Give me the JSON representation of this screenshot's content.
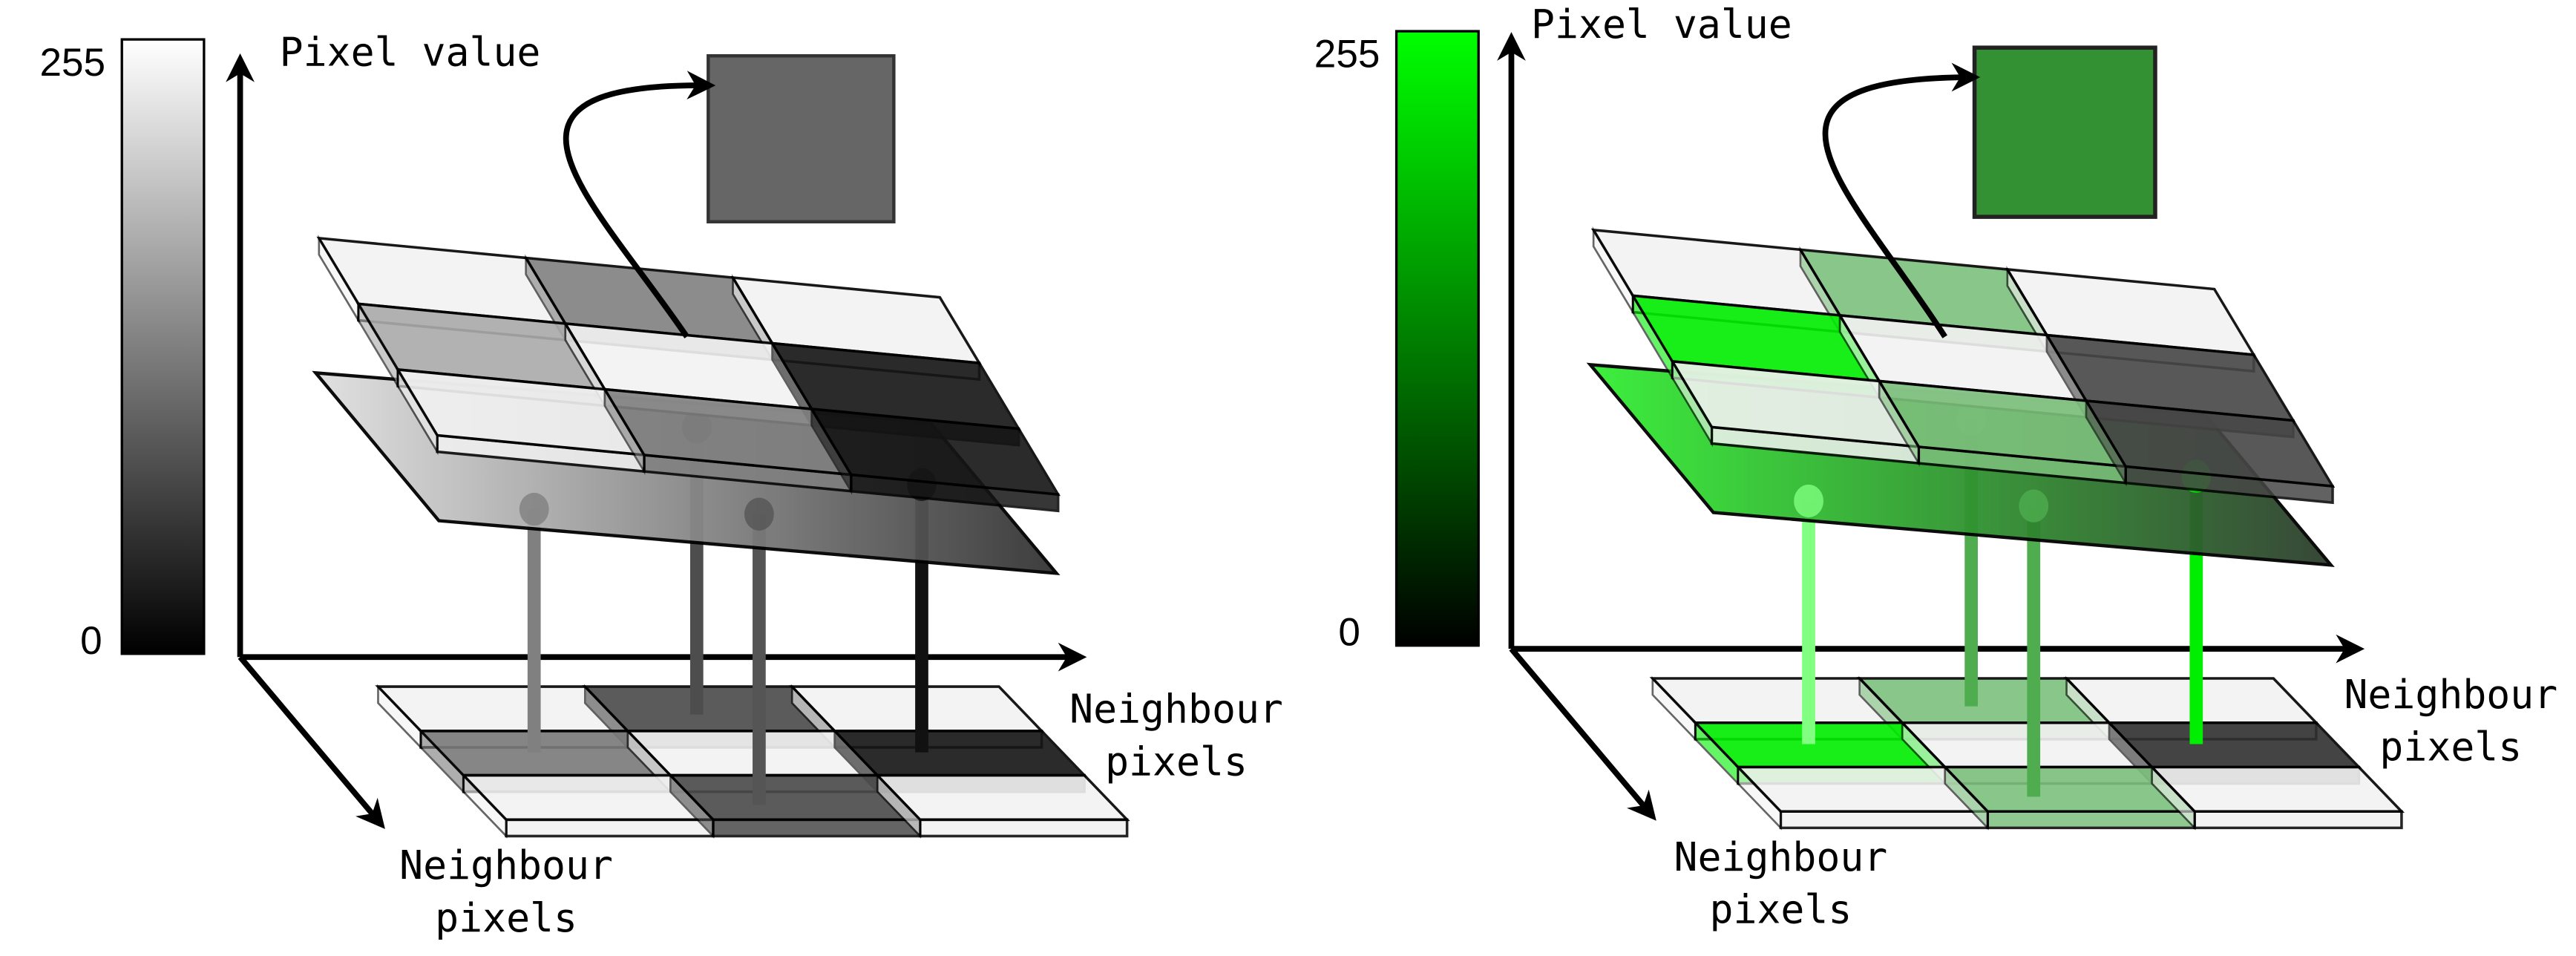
{
  "panels": [
    {
      "id": "grayscale",
      "colorbar": {
        "max_label": "255",
        "min_label": "0",
        "top_color": "#ffffff",
        "bottom_color": "#000000"
      },
      "axis_labels": {
        "vertical": "Pixel value",
        "horizontal": "Neighbour\npixels",
        "depth": "Neighbour\npixels"
      },
      "horizontal_label_lines": [
        "Neighbour",
        "pixels"
      ],
      "depth_label_lines": [
        "Neighbour",
        "pixels"
      ],
      "result_color": "#666666",
      "top_grid": [
        [
          "#f2f2f2",
          "#808080",
          "#f2f2f2"
        ],
        [
          "#aaaaaa",
          "#f2f2f2",
          "#151515"
        ],
        [
          "#f2f2f2",
          "#808080",
          "#151515"
        ]
      ],
      "bottom_grid": [
        [
          "#f2f2f2",
          "#4a4a4a",
          "#f2f2f2"
        ],
        [
          "#7a7a7a",
          "#f2f2f2",
          "#151515"
        ],
        [
          "#f2f2f2",
          "#4a4a4a",
          "#f2f2f2"
        ]
      ],
      "plane_gradient": [
        "#e0e0e0",
        "#333333"
      ],
      "stems": [
        {
          "color": "#808080",
          "value": 0.5
        },
        {
          "color": "#4d4d4d",
          "value": 0.3
        },
        {
          "color": "#555555",
          "value": 0.33
        },
        {
          "color": "#111111",
          "value": 0.1
        }
      ]
    },
    {
      "id": "green",
      "colorbar": {
        "max_label": "255",
        "min_label": "0",
        "top_color": "#00ff00",
        "bottom_color": "#000000"
      },
      "axis_labels": {
        "vertical": "Pixel value",
        "horizontal": "Neighbour\npixels",
        "depth": "Neighbour\npixels"
      },
      "horizontal_label_lines": [
        "Neighbour",
        "pixels"
      ],
      "depth_label_lines": [
        "Neighbour",
        "pixels"
      ],
      "result_color": "#339133",
      "top_grid": [
        [
          "#f2f2f2",
          "#7dc07d",
          "#f2f2f2"
        ],
        [
          "#00ee00",
          "#f2f2f2",
          "#474747"
        ],
        [
          "#f2f2f2",
          "#7dc07d",
          "#474747"
        ]
      ],
      "bottom_grid": [
        [
          "#f2f2f2",
          "#7dc07d",
          "#f2f2f2"
        ],
        [
          "#00ee00",
          "#f2f2f2",
          "#303030"
        ],
        [
          "#f2f2f2",
          "#7dc07d",
          "#f2f2f2"
        ]
      ],
      "plane_gradient": [
        "#33ee33",
        "#2d3d2d"
      ],
      "stems": [
        {
          "color": "#80ff80",
          "value": 0.5
        },
        {
          "color": "#4fad4f",
          "value": 0.3
        },
        {
          "color": "#4fad4f",
          "value": 0.33
        },
        {
          "color": "#00ee00",
          "value": 0.1
        }
      ]
    }
  ]
}
